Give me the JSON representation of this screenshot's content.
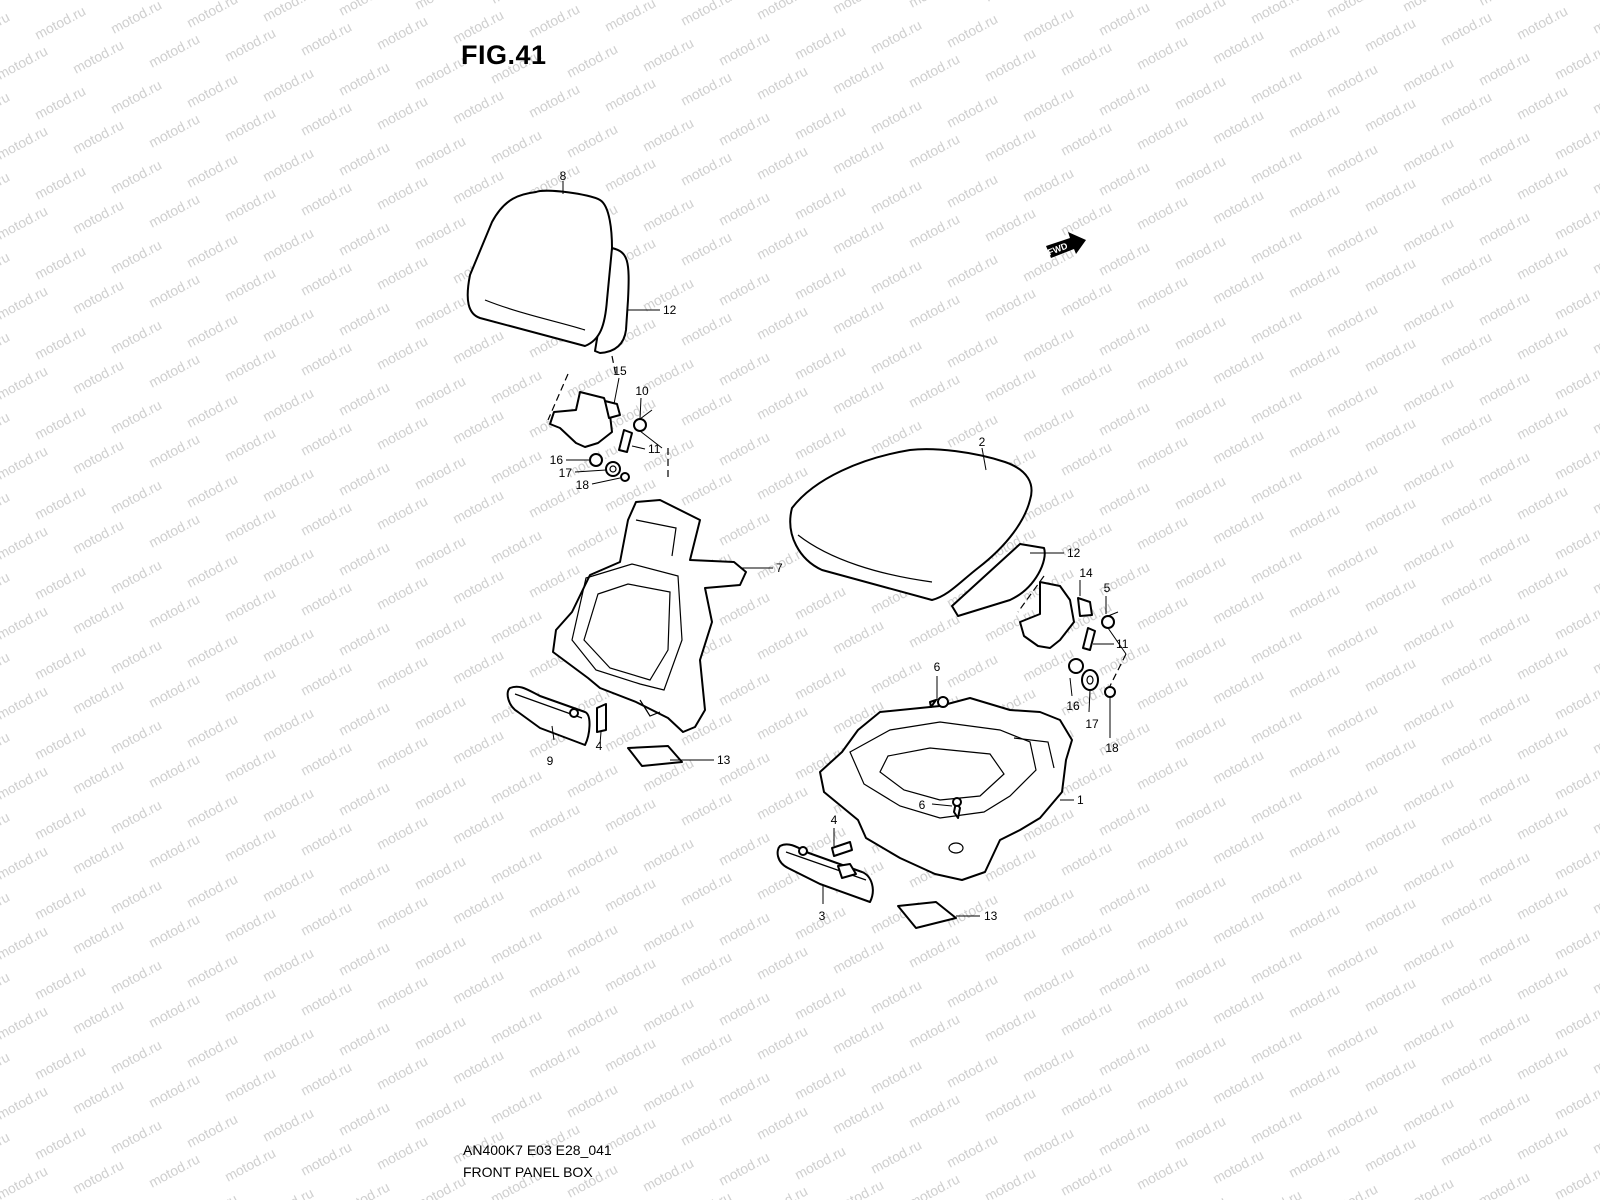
{
  "figure": {
    "title": "FIG.41",
    "drawing_code": "AN400K7 E03 E28_041",
    "caption": "FRONT PANEL BOX"
  },
  "watermark": {
    "text": "motod.ru",
    "color": "#cfcfcf"
  },
  "direction_badge": {
    "text": "FWD",
    "icon": "arrow-right-icon"
  },
  "callouts": {
    "c8": "8",
    "c12a": "12",
    "c15": "15",
    "c10": "10",
    "c11a": "11",
    "c16a": "16",
    "c17a": "17",
    "c18a": "18",
    "c7": "7",
    "c9": "9",
    "c4a": "4",
    "c13a": "13",
    "c2": "2",
    "c12b": "12",
    "c14": "14",
    "c5": "5",
    "c11b": "11",
    "c6a": "6",
    "c16b": "16",
    "c17b": "17",
    "c18b": "18",
    "c1": "1",
    "c6b": "6",
    "c4b": "4",
    "c3": "3",
    "c13b": "13"
  }
}
